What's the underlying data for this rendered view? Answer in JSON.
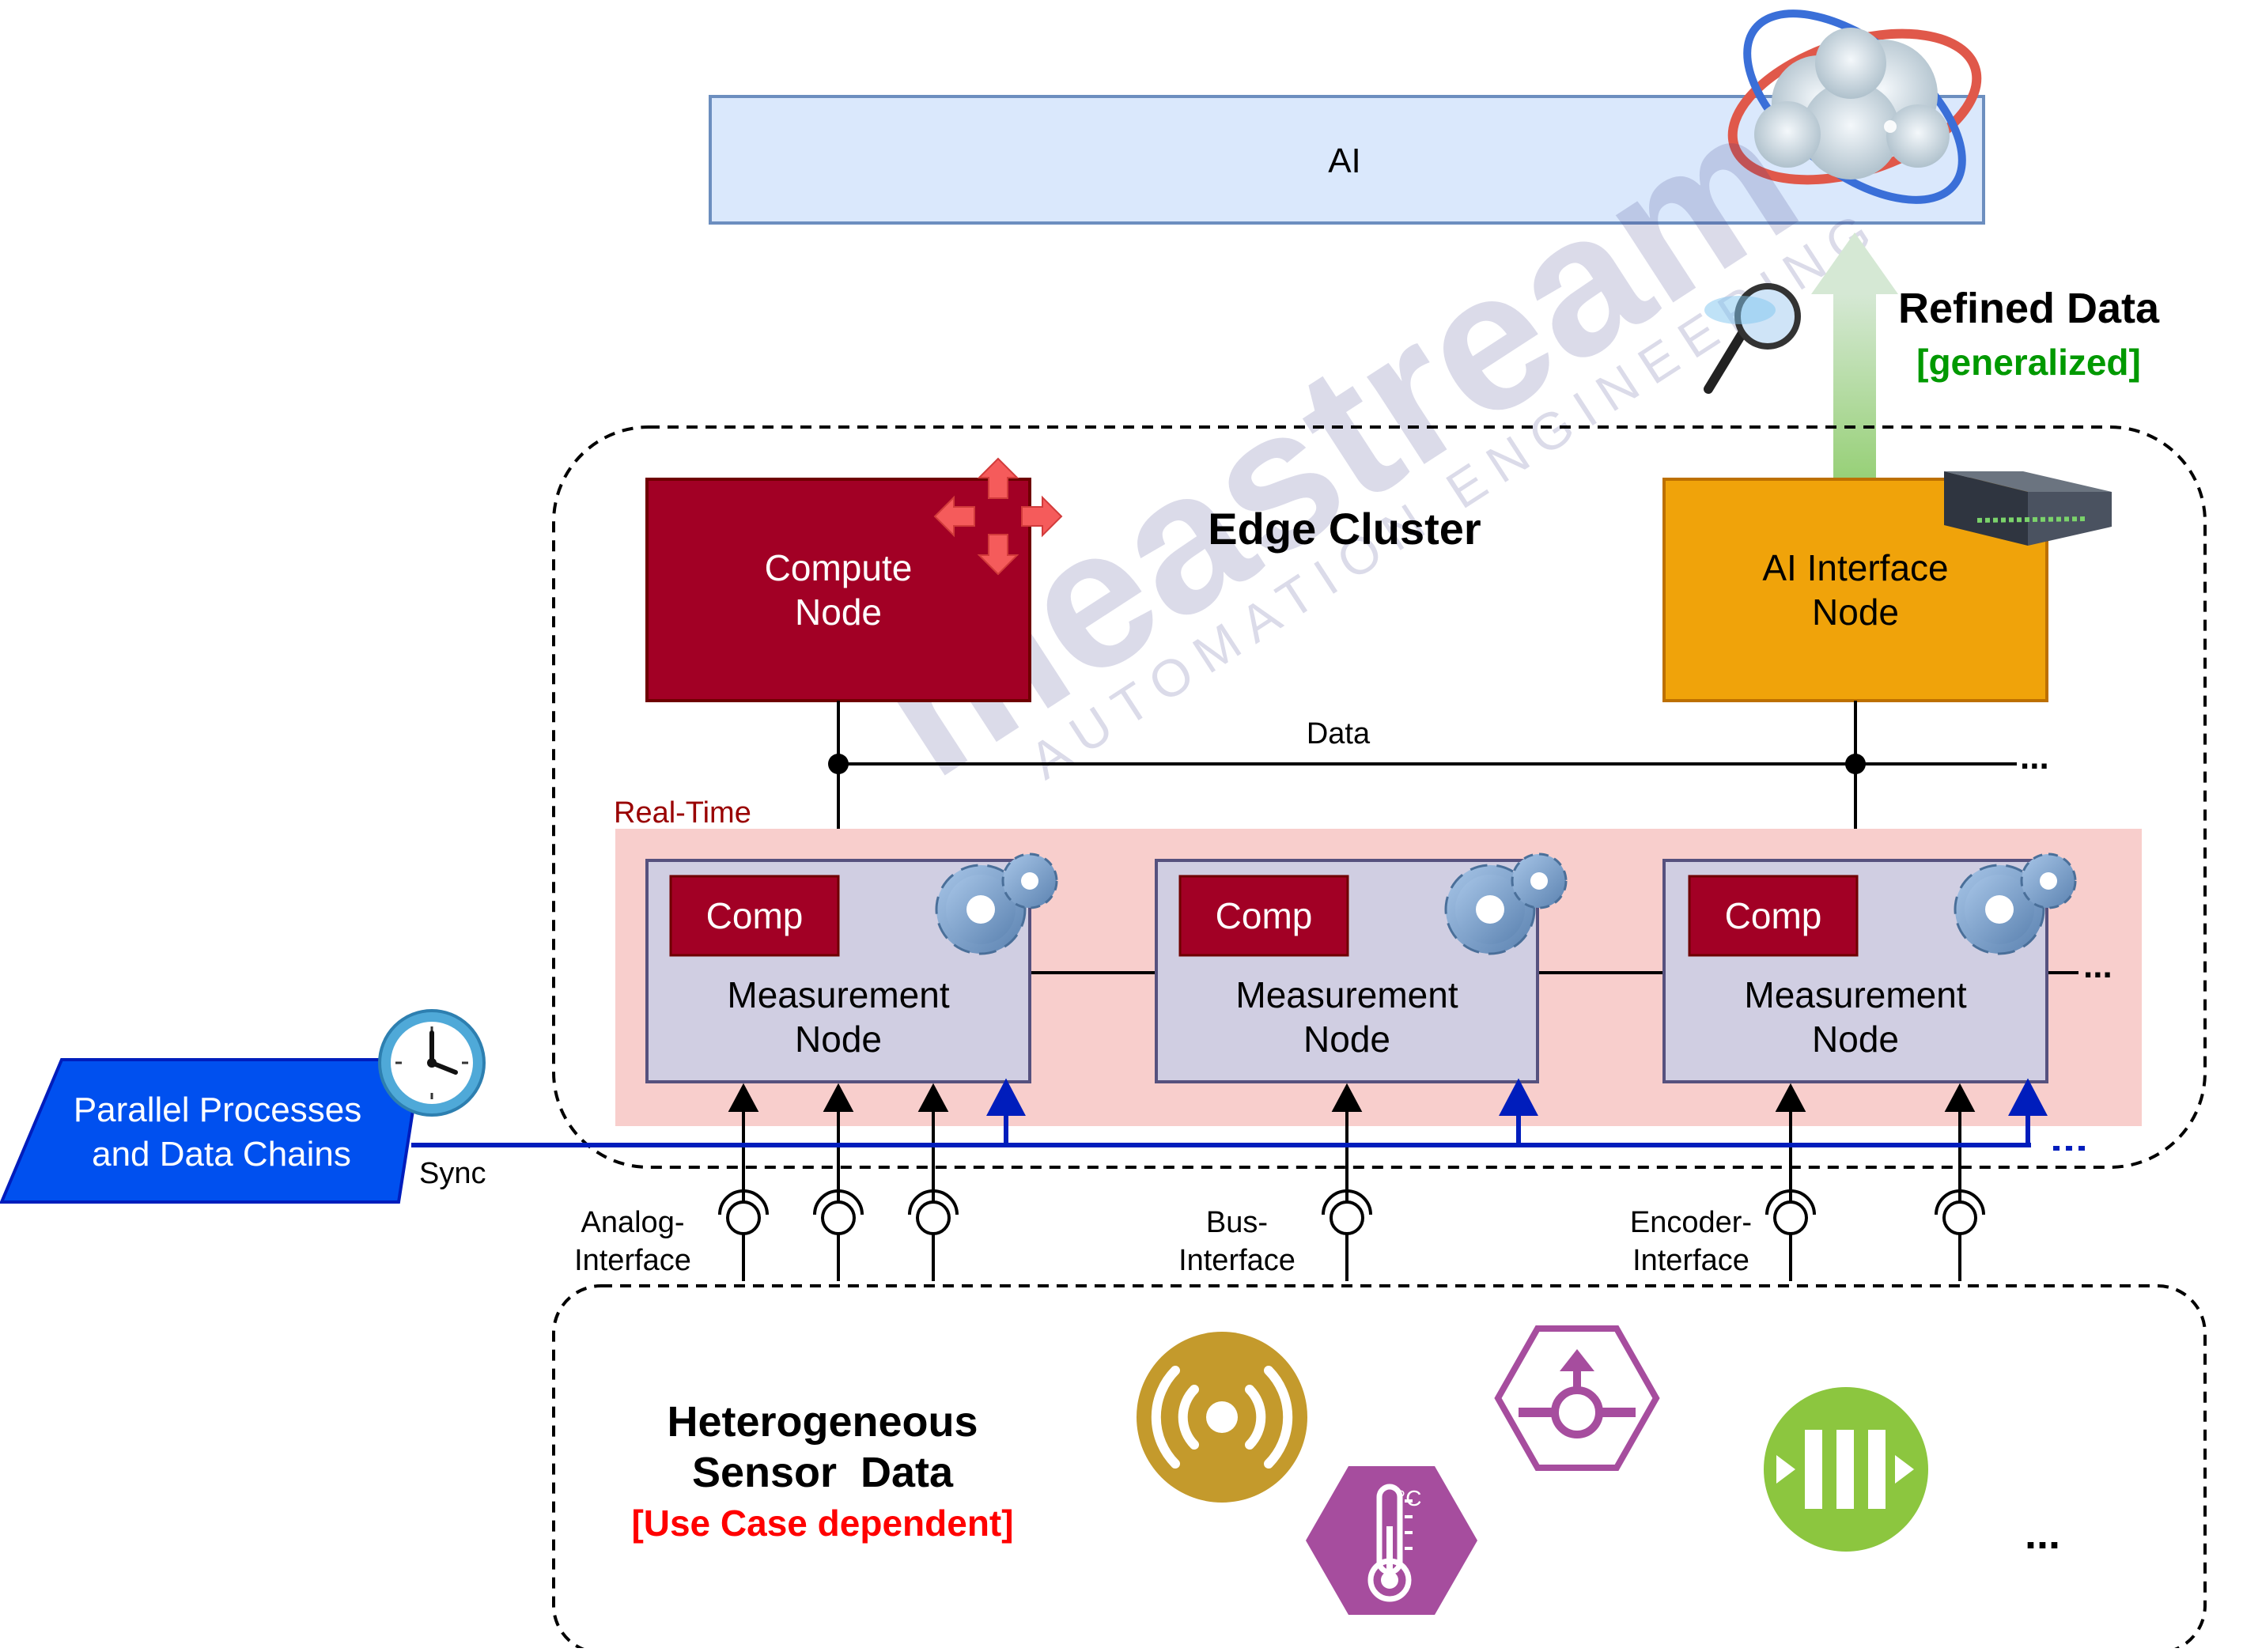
{
  "ai_box": {
    "label": "AI"
  },
  "refined": {
    "title": "Refined Data",
    "subtitle": "[generalized]"
  },
  "edge_cluster": {
    "title": "Edge Cluster"
  },
  "compute_node": {
    "line1": "Compute",
    "line2": "Node"
  },
  "ai_interface_node": {
    "line1": "AI Interface",
    "line2": "Node"
  },
  "data_bus": {
    "label": "Data",
    "continuation": "..."
  },
  "realtime": {
    "label": "Real-Time",
    "continuation": "..."
  },
  "measurement_nodes": [
    {
      "comp": "Comp",
      "line1": "Measurement",
      "line2": "Node"
    },
    {
      "comp": "Comp",
      "line1": "Measurement",
      "line2": "Node"
    },
    {
      "comp": "Comp",
      "line1": "Measurement",
      "line2": "Node"
    }
  ],
  "parallel": {
    "line1": "Parallel Processes",
    "line2": "and Data Chains"
  },
  "sync": {
    "label": "Sync",
    "continuation": "..."
  },
  "interfaces": [
    {
      "line1": "Analog-",
      "line2": "Interface"
    },
    {
      "line1": "Bus-",
      "line2": "Interface"
    },
    {
      "line1": "Encoder-",
      "line2": "Interface"
    }
  ],
  "sensor_data": {
    "line1": "Heterogeneous",
    "line2": "Sensor  Data",
    "line3": "[Use Case dependent]",
    "continuation": "..."
  },
  "watermark": {
    "brand": "meastream",
    "tagline": "AUTOMATION ENGINEERING"
  },
  "thermo_unit": "°C",
  "colors": {
    "ai_fill": "#dae8fc",
    "ai_stroke": "#6c8ebf",
    "compute": "#a20025",
    "ai_interface": "#f0a30a",
    "measurement_fill": "#d0cee2",
    "measurement_stroke": "#56517e",
    "realtime_bg": "#f8cecc",
    "sync_blue": "#001dbc",
    "parallel_blue": "#0050ef",
    "green": "#009900",
    "red": "#ff0000",
    "sensor_gold": "#c49a2c",
    "sensor_purple": "#a64d9e",
    "sensor_green": "#8cc63f"
  }
}
